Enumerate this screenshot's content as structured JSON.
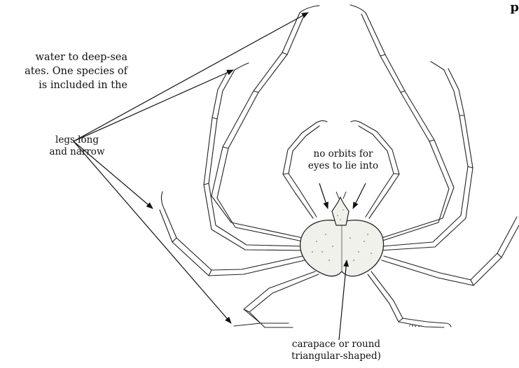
{
  "body_text": {
    "line1": "water to deep-sea",
    "line2": "ates. One species of",
    "line3": "is included in the"
  },
  "corner_mark": "p",
  "labels": {
    "legs": [
      "legs long",
      "and narrow"
    ],
    "orbits": [
      "no orbits for",
      "eyes to lie into"
    ],
    "carapace": [
      "carapace or round",
      "triangular-shaped)"
    ]
  }
}
